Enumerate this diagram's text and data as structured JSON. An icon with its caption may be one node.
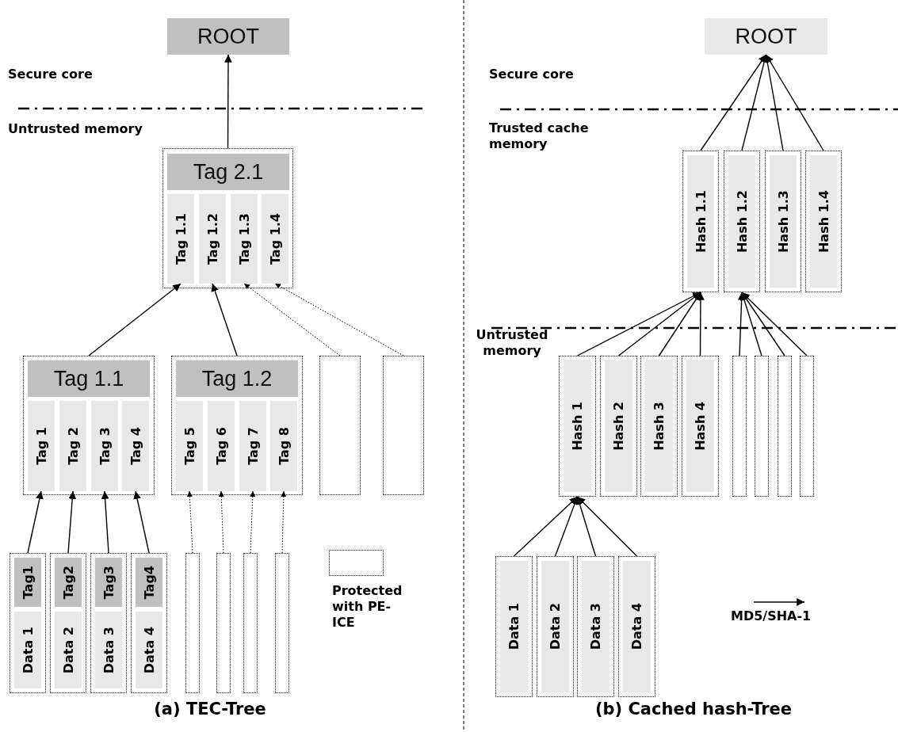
{
  "diagram": {
    "nodes": [
      {
        "text": [
          "ROOT"
        ]
      },
      {
        "text": [],
        "shape": "box"
      },
      {
        "text": [
          "Tag 2.1"
        ],
        "in": 1
      },
      {
        "text": [
          "Tag 1.1"
        ],
        "in": 1
      },
      {
        "text": [
          "Tag 1.2"
        ],
        "in": 1
      },
      {
        "text": [
          "Tag 1.3"
        ],
        "in": 1
      },
      {
        "text": [
          "Tag 1.4"
        ],
        "in": 1
      },
      {
        "text": [],
        "shape": "box"
      },
      {
        "text": [
          "Tag 1.1"
        ],
        "in": 7
      },
      {
        "text": [
          "Tag 1"
        ],
        "in": 7
      },
      {
        "text": [
          "Tag 2"
        ],
        "in": 7
      },
      {
        "text": [
          "Tag 3"
        ],
        "in": 7
      },
      {
        "text": [
          "Tag 4"
        ],
        "in": 7
      },
      {
        "text": [],
        "shape": "box"
      },
      {
        "text": [
          "Tag 1.2"
        ],
        "in": 13
      },
      {
        "text": [
          "Tag 5"
        ],
        "in": 13
      },
      {
        "text": [
          "Tag 6"
        ],
        "in": 13
      },
      {
        "text": [
          "Tag 7"
        ],
        "in": 13
      },
      {
        "text": [
          "Tag 8"
        ],
        "in": 13
      },
      {
        "text": [],
        "shape": "box"
      },
      {
        "text": [],
        "shape": "box"
      },
      {
        "text": [],
        "shape": "box"
      },
      {
        "text": [
          "Tag1"
        ],
        "in": 21
      },
      {
        "text": [
          "Data 1"
        ],
        "in": 21
      },
      {
        "text": [],
        "shape": "box"
      },
      {
        "text": [
          "Tag2"
        ],
        "in": 24
      },
      {
        "text": [
          "Data 2"
        ],
        "in": 24
      },
      {
        "text": [],
        "shape": "box"
      },
      {
        "text": [
          "Tag3"
        ],
        "in": 27
      },
      {
        "text": [
          "Data 3"
        ],
        "in": 27
      },
      {
        "text": [],
        "shape": "box"
      },
      {
        "text": [
          "Tag4"
        ],
        "in": 30
      },
      {
        "text": [
          "Data 4"
        ],
        "in": 30
      },
      {
        "text": [],
        "shape": "box"
      },
      {
        "text": [],
        "shape": "box"
      },
      {
        "text": [],
        "shape": "box"
      },
      {
        "text": [],
        "shape": "box"
      },
      {
        "text": [
          "ROOT"
        ]
      },
      {
        "text": [
          "Hash 1.1"
        ]
      },
      {
        "text": [
          "Hash 1.2"
        ]
      },
      {
        "text": [
          "Hash 1.3"
        ]
      },
      {
        "text": [
          "Hash 1.4"
        ]
      },
      {
        "text": [
          "Hash 1"
        ]
      },
      {
        "text": [
          "Hash 2"
        ]
      },
      {
        "text": [
          "Hash 3"
        ]
      },
      {
        "text": [
          "Hash 4"
        ]
      },
      {
        "text": [],
        "shape": "box"
      },
      {
        "text": [],
        "shape": "box"
      },
      {
        "text": [],
        "shape": "box"
      },
      {
        "text": [],
        "shape": "box"
      },
      {
        "text": [
          "Data 1"
        ]
      },
      {
        "text": [
          "Data 2"
        ]
      },
      {
        "text": [
          "Data 3"
        ]
      },
      {
        "text": [
          "Data 4"
        ]
      }
    ],
    "edges": [
      {
        "from": 1,
        "to": 0,
        "arrow": "to"
      },
      {
        "from": 7,
        "to": 3,
        "arrow": "to"
      },
      {
        "from": 13,
        "to": 4,
        "arrow": "to"
      },
      {
        "from": 19,
        "to": 5,
        "arrow": "to",
        "style": "dashed"
      },
      {
        "from": 20,
        "to": 6,
        "arrow": "to",
        "style": "dashed"
      },
      {
        "from": 21,
        "to": 9,
        "arrow": "to"
      },
      {
        "from": 24,
        "to": 10,
        "arrow": "to"
      },
      {
        "from": 27,
        "to": 11,
        "arrow": "to"
      },
      {
        "from": 30,
        "to": 12,
        "arrow": "to"
      },
      {
        "from": 33,
        "to": 15,
        "arrow": "to",
        "style": "dashed"
      },
      {
        "from": 34,
        "to": 16,
        "arrow": "to",
        "style": "dashed"
      },
      {
        "from": 35,
        "to": 17,
        "arrow": "to",
        "style": "dashed"
      },
      {
        "from": 36,
        "to": 18,
        "arrow": "to",
        "style": "dashed"
      },
      {
        "from": 38,
        "to": 37,
        "arrow": "to"
      },
      {
        "from": 39,
        "to": 37,
        "arrow": "to"
      },
      {
        "from": 40,
        "to": 37,
        "arrow": "to"
      },
      {
        "from": 41,
        "to": 37,
        "arrow": "to"
      },
      {
        "from": 42,
        "to": 38,
        "arrow": "to"
      },
      {
        "from": 43,
        "to": 38,
        "arrow": "to"
      },
      {
        "from": 44,
        "to": 38,
        "arrow": "to"
      },
      {
        "from": 45,
        "to": 38,
        "arrow": "to"
      },
      {
        "from": 46,
        "to": 39,
        "arrow": "to"
      },
      {
        "from": 47,
        "to": 39,
        "arrow": "to"
      },
      {
        "from": 48,
        "to": 39,
        "arrow": "to"
      },
      {
        "from": 49,
        "to": 39,
        "arrow": "to"
      },
      {
        "from": 50,
        "to": 42,
        "arrow": "to"
      },
      {
        "from": 51,
        "to": 42,
        "arrow": "to"
      },
      {
        "from": 52,
        "to": 42,
        "arrow": "to"
      },
      {
        "from": 53,
        "to": 42,
        "arrow": "to"
      }
    ],
    "labels": [
      "Secure core",
      "Untrusted memory",
      "(a) TEC-Tree",
      "Secure core",
      "Trusted cache memory",
      "Untrusted memory",
      "(b) Cached hash-Tree"
    ],
    "legend": [
      {
        "text": "Protected with PE-ICE"
      },
      {
        "text": "MD5/SHA-1"
      }
    ]
  }
}
